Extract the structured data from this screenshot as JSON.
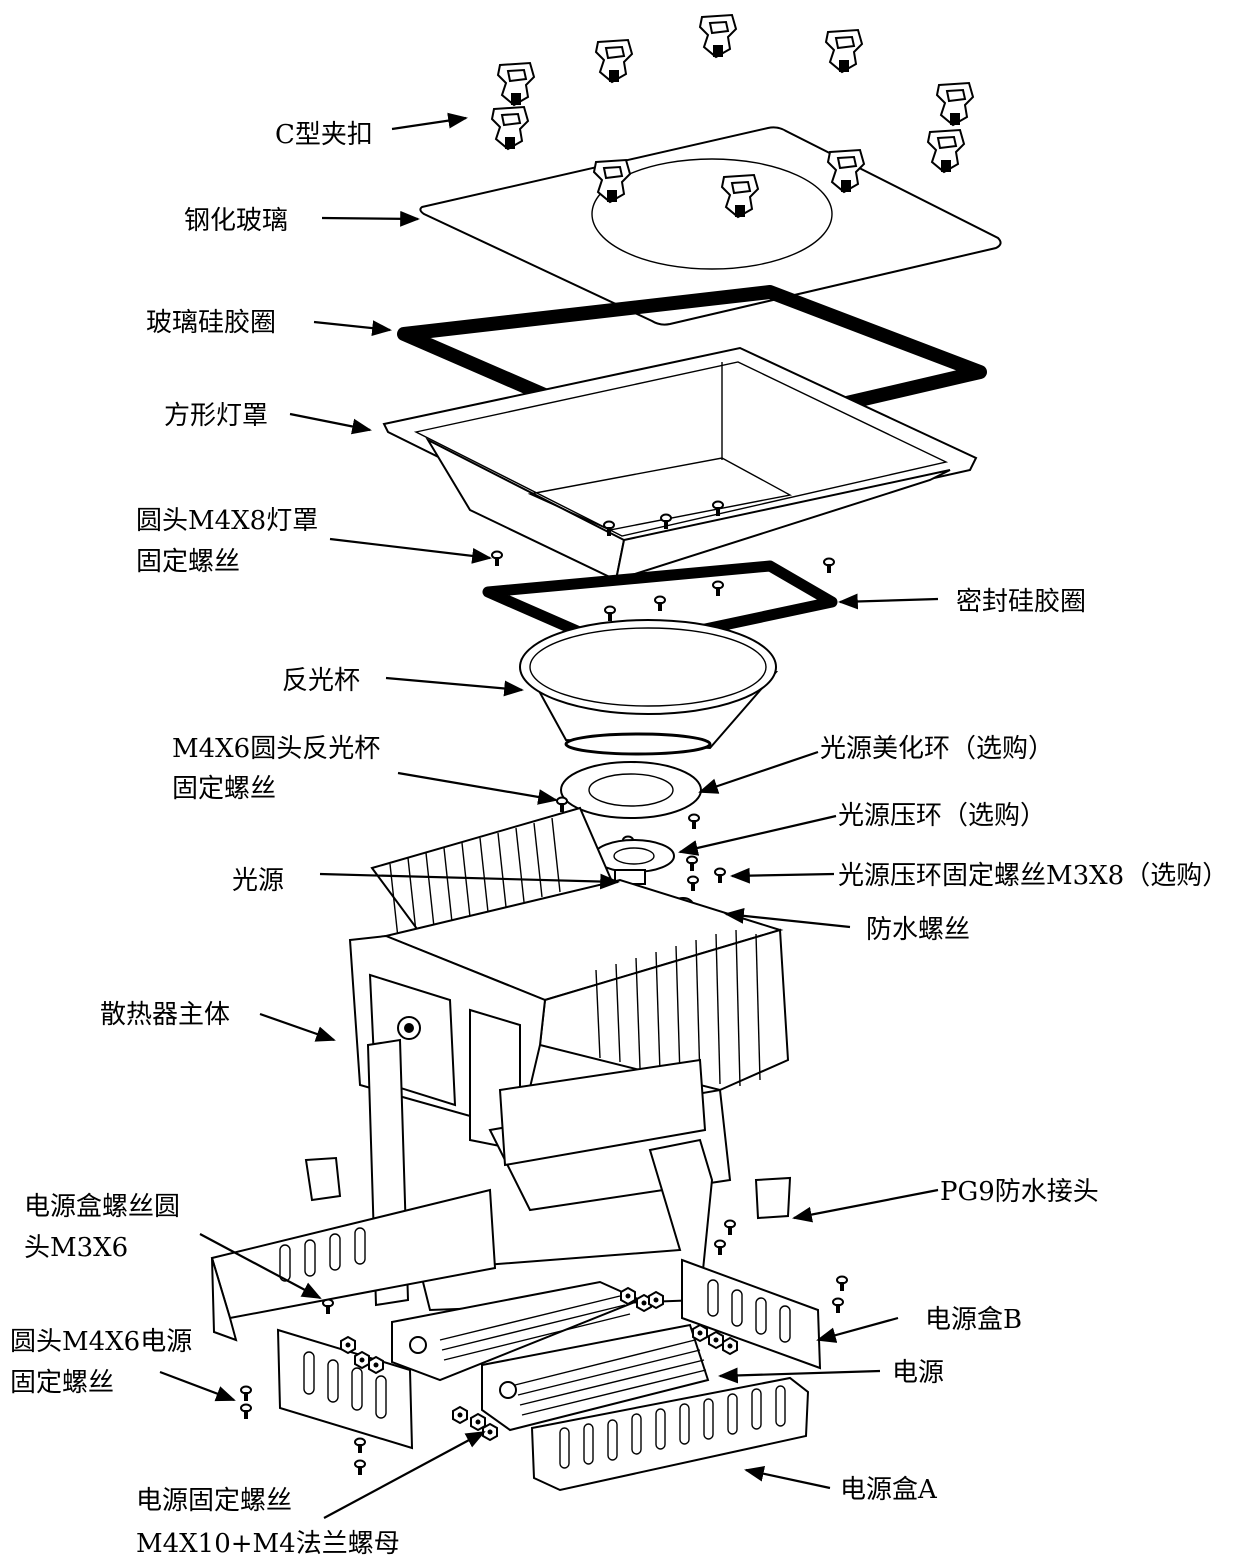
{
  "labels": {
    "c_clip": "C型夹扣",
    "tempered_glass": "钢化玻璃",
    "glass_gasket": "玻璃硅胶圈",
    "square_shade": "方形灯罩",
    "shade_screw_line1": "圆头M4X8灯罩",
    "shade_screw_line2": "固定螺丝",
    "seal_gasket": "密封硅胶圈",
    "reflector": "反光杯",
    "reflector_screw_line1": "M4X6圆头反光杯",
    "reflector_screw_line2": "固定螺丝",
    "beauty_ring": "光源美化环（选购）",
    "press_ring": "光源压环（选购）",
    "light_source": "光源",
    "press_ring_screw": "光源压环固定螺丝M3X8（选购）",
    "waterproof_screw": "防水螺丝",
    "heatsink_body": "散热器主体",
    "box_screw_line1": "电源盒螺丝圆",
    "box_screw_line2": "头M3X6",
    "pg9_connector": "PG9防水接头",
    "psu_screw_line1": "圆头M4X6电源",
    "psu_screw_line2": "固定螺丝",
    "psu_box_b": "电源盒B",
    "power_supply": "电源",
    "psu_fix_line1": "电源固定螺丝",
    "psu_fix_line2": "M4X10+M4法兰螺母",
    "psu_box_a": "电源盒A"
  }
}
